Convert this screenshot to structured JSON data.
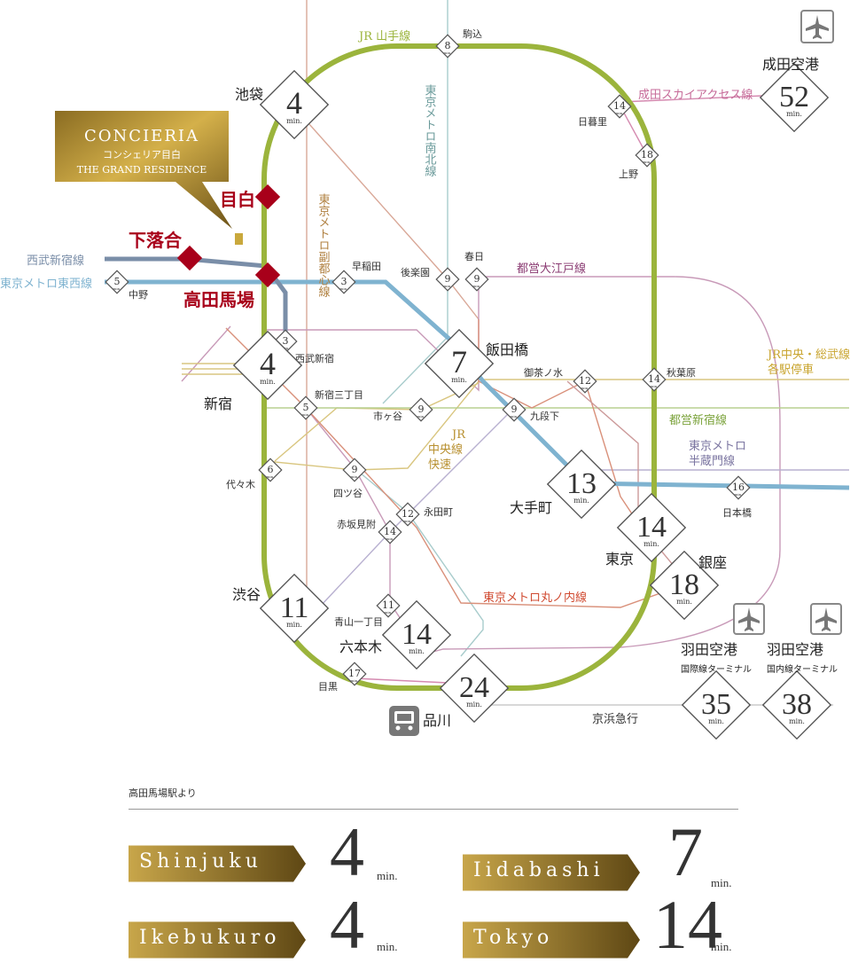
{
  "lines": {
    "yamanote": "JR 山手線",
    "namboku": "東京メトロ南北線",
    "fukutoshin": "東京メトロ副都心線",
    "seibu": "西武新宿線",
    "tozai": "東京メトロ東西線",
    "oedo": "都営大江戸線",
    "chuo_sobu": [
      "JR中央・総武線",
      "各駅停車"
    ],
    "chuo_rapid": [
      "JR",
      "中央線",
      "快速"
    ],
    "shinjuku_line": "都営新宿線",
    "hanzomon": [
      "東京メトロ",
      "半蔵門線"
    ],
    "marunouchi": "東京メトロ丸ノ内線",
    "narita_sky": "成田スカイアクセス線",
    "keikyu": "京浜急行"
  },
  "property": {
    "brand": "CONCIERIA",
    "name_ja": "コンシェリア目白",
    "subtitle": "THE GRAND RESIDENCE"
  },
  "home_stations": {
    "mejiro": "目白",
    "shimoochiai": "下落合",
    "takadanobaba": "高田馬場"
  },
  "min_unit": "min.",
  "major_stations": [
    {
      "name": "池袋",
      "minutes": "4"
    },
    {
      "name": "新宿",
      "minutes": "4"
    },
    {
      "name": "飯田橋",
      "minutes": "7"
    },
    {
      "name": "大手町",
      "minutes": "13"
    },
    {
      "name": "東京",
      "minutes": "14"
    },
    {
      "name": "銀座",
      "minutes": "18"
    },
    {
      "name": "渋谷",
      "minutes": "11"
    },
    {
      "name": "六本木",
      "minutes": "14"
    },
    {
      "name": "品川",
      "minutes": "24"
    },
    {
      "name": "成田空港",
      "minutes": "52"
    },
    {
      "name": "羽田空港",
      "sub": "国際線ターミナル",
      "minutes": "35"
    },
    {
      "name": "羽田空港",
      "sub": "国内線ターミナル",
      "minutes": "38"
    }
  ],
  "minor_stations": [
    {
      "name": "駒込",
      "minutes": "8"
    },
    {
      "name": "日暮里",
      "minutes": "14"
    },
    {
      "name": "上野",
      "minutes": "18"
    },
    {
      "name": "中野",
      "minutes": "5"
    },
    {
      "name": "早稲田",
      "minutes": "3"
    },
    {
      "name": "後楽園",
      "minutes": "9"
    },
    {
      "name": "春日",
      "minutes": "9"
    },
    {
      "name": "西武新宿",
      "minutes": "3"
    },
    {
      "name": "新宿三丁目",
      "minutes": "5"
    },
    {
      "name": "市ヶ谷",
      "minutes": "9"
    },
    {
      "name": "九段下",
      "minutes": "9"
    },
    {
      "name": "御茶ノ水",
      "minutes": "12"
    },
    {
      "name": "秋葉原",
      "minutes": "14"
    },
    {
      "name": "代々木",
      "minutes": "6"
    },
    {
      "name": "四ツ谷",
      "minutes": "9"
    },
    {
      "name": "永田町",
      "minutes": "12"
    },
    {
      "name": "赤坂見附",
      "minutes": "14"
    },
    {
      "name": "日本橋",
      "minutes": "16"
    },
    {
      "name": "青山一丁目",
      "minutes": "11"
    },
    {
      "name": "目黒",
      "minutes": "17"
    }
  ],
  "bottom": {
    "from_label": "高田馬場駅より",
    "destinations": [
      {
        "name": "Shinjuku",
        "minutes": "4",
        "unit": "min."
      },
      {
        "name": "Iidabashi",
        "minutes": "7",
        "unit": "min."
      },
      {
        "name": "Ikebukuro",
        "minutes": "4",
        "unit": "min."
      },
      {
        "name": "Tokyo",
        "minutes": "14",
        "unit": "min."
      }
    ]
  },
  "colors": {
    "yamanote": "#9bb43c",
    "tozai": "#7fb3d0",
    "seibu": "#7a8ea8",
    "oedo": "#b980a0",
    "fukutoshin": "#d9a898",
    "namboku": "#a8cccc",
    "chuo_sobu": "#d9c680",
    "shinjuku_line": "#b8d090",
    "hanzomon": "#b8b0d0",
    "marunouchi": "#d9907a",
    "narita": "#d58ab0",
    "keikyu": "#cccccc",
    "home_marker": "#a8001a",
    "gold_dark": "#6b5420",
    "gold_light": "#c8a64a"
  },
  "icons": {
    "airport": "airplane-icon",
    "train": "train-icon"
  }
}
